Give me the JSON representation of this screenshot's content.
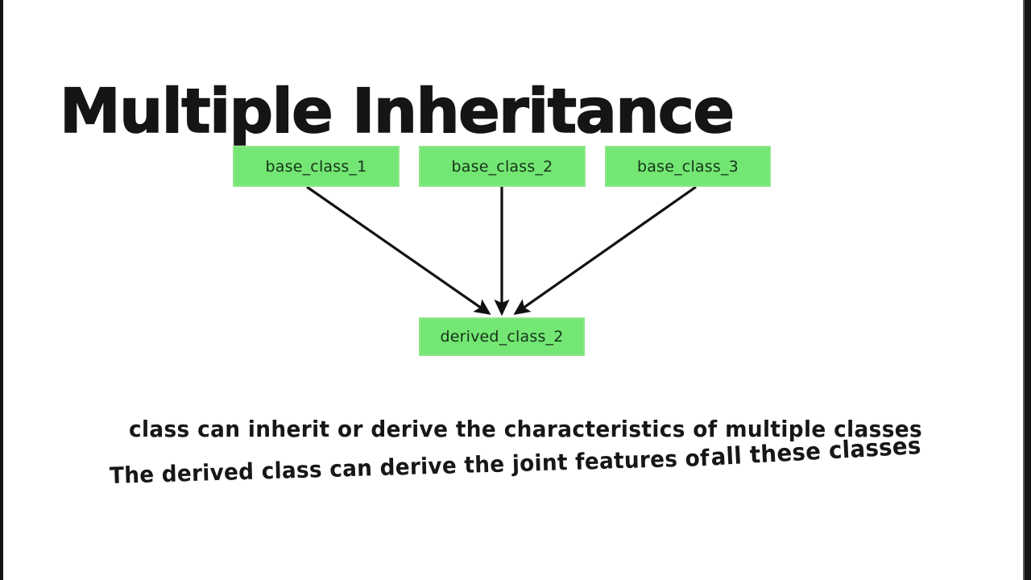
{
  "slide": {
    "title": "Multiple Inheritance",
    "background_color": "#ffffff",
    "title_color": "#151515"
  },
  "diagram": {
    "type": "inheritance-hierarchy",
    "node_fill_color": "#73e673",
    "node_border_color": "#8fe68a",
    "node_text_color": "#16331a",
    "arrow_color": "#111111",
    "base_classes": [
      {
        "id": "base_class_1",
        "label": "base_class_1"
      },
      {
        "id": "base_class_2",
        "label": "base_class_2"
      },
      {
        "id": "base_class_3",
        "label": "base_class_3"
      }
    ],
    "derived_class": {
      "id": "derived_class_2",
      "label": "derived_class_2"
    },
    "edges": [
      {
        "from": "base_class_1",
        "to": "derived_class_2"
      },
      {
        "from": "base_class_2",
        "to": "derived_class_2"
      },
      {
        "from": "base_class_3",
        "to": "derived_class_2"
      }
    ]
  },
  "captions": {
    "line_1": "class can inherit or derive the characteristics of multiple classes",
    "line_2_head": "The derived class can derive the joint features of",
    "line_2_tail": "all these classes"
  }
}
